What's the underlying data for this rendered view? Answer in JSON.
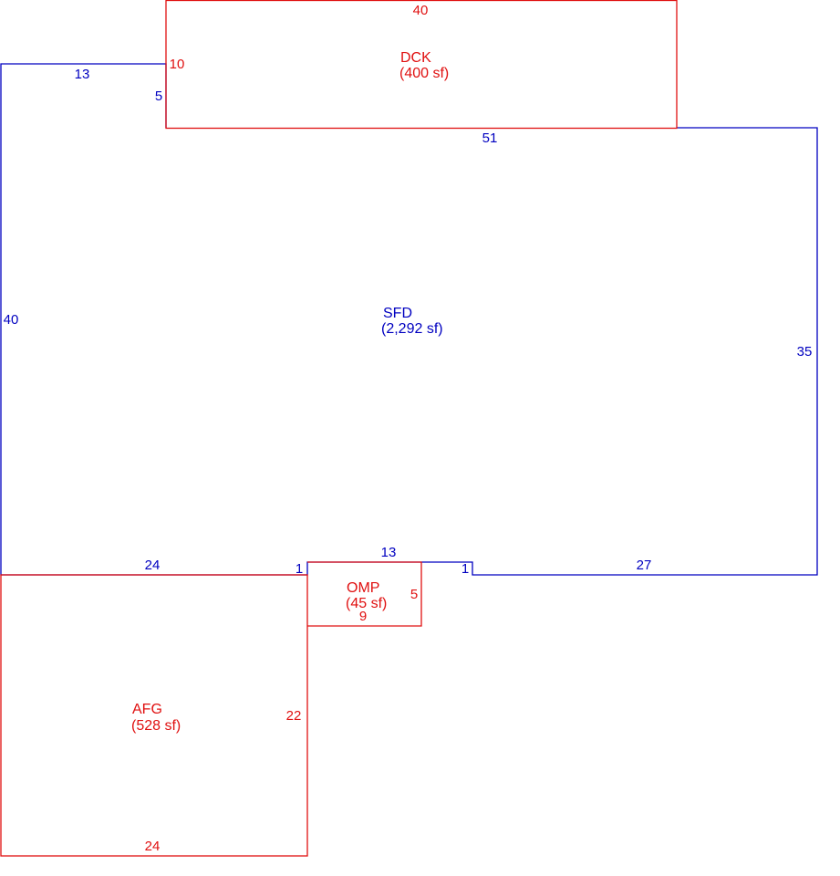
{
  "colors": {
    "blue": "#0000c0",
    "red": "#e01010"
  },
  "areas": {
    "sfd": {
      "name": "SFD",
      "size": "(2,292 sf)",
      "color": "blue"
    },
    "dck": {
      "name": "DCK",
      "size": "(400 sf)",
      "color": "red"
    },
    "omp": {
      "name": "OMP",
      "size": "(45 sf)",
      "color": "red"
    },
    "afg": {
      "name": "AFG",
      "size": "(528 sf)",
      "color": "red"
    }
  },
  "dimensions": {
    "sfd": {
      "top_left": "13",
      "left_step": "5",
      "top": "51",
      "left": "40",
      "right": "35",
      "bottom_left": "24",
      "step_left": "1",
      "notch_top": "13",
      "step_right": "1",
      "bottom_right": "27"
    },
    "dck": {
      "top": "40",
      "left": "10"
    },
    "omp": {
      "right": "5",
      "bottom": "9"
    },
    "afg": {
      "right": "22",
      "bottom": "24"
    }
  }
}
